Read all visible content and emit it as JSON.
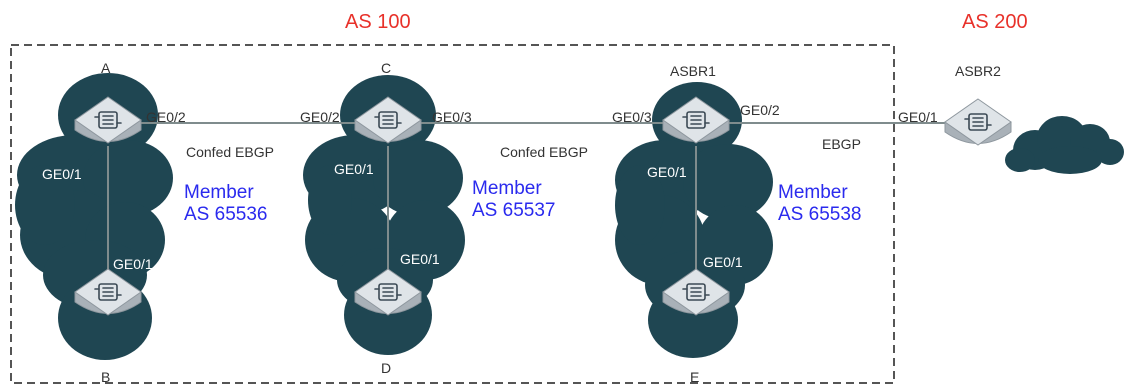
{
  "colors": {
    "as_title": "#e8312a",
    "member_text": "#2a2aee",
    "cloud": "#1f4652",
    "router_top": "#dfe4e8",
    "router_side": "#a9b1b8",
    "link": "#7f8c8d",
    "boundary": "#555555"
  },
  "as_titles": {
    "as100": "AS 100",
    "as200": "AS 200"
  },
  "nodes": {
    "a": "A",
    "b": "B",
    "c": "C",
    "d": "D",
    "asbr1": "ASBR1",
    "e": "E",
    "asbr2": "ASBR2"
  },
  "interfaces": {
    "a_ge02": "GE0/2",
    "a_ge01": "GE0/1",
    "b_ge01": "GE0/1",
    "c_ge02": "GE0/2",
    "c_ge03": "GE0/3",
    "c_ge01": "GE0/1",
    "d_ge01": "GE0/1",
    "asbr1_ge03": "GE0/3",
    "asbr1_ge02": "GE0/2",
    "asbr1_ge01": "GE0/1",
    "e_ge01": "GE0/1",
    "asbr2_ge01": "GE0/1"
  },
  "links": {
    "a_c": "Confed EBGP",
    "c_asbr1": "Confed EBGP",
    "asbr1_asbr2": "EBGP"
  },
  "members": {
    "m1_line1": "Member",
    "m1_line2": "AS 65536",
    "m2_line1": "Member",
    "m2_line2": "AS 65537",
    "m3_line1": "Member",
    "m3_line2": "AS 65538"
  },
  "icons": {
    "router": "router-icon",
    "cloud": "cloud-icon",
    "internet": "internet-cloud-icon"
  }
}
